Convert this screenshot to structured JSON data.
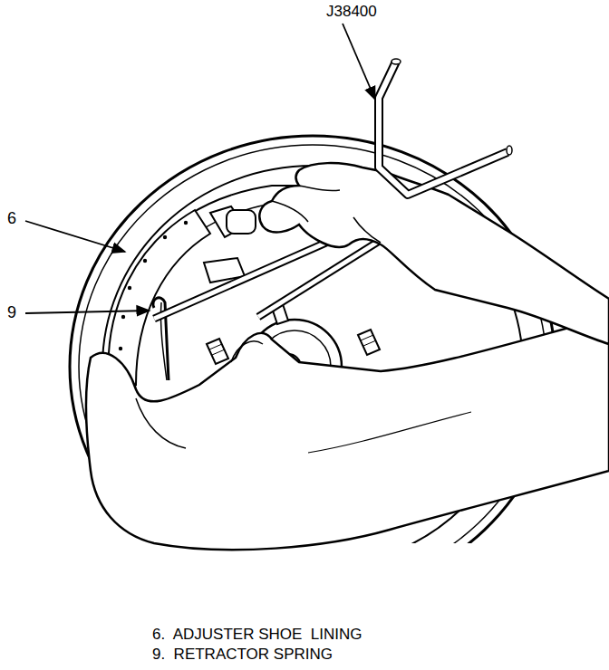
{
  "diagram": {
    "labels": [
      "J38400",
      "6",
      "9",
      "6.  ADJUSTER SHOE  LINING",
      "9.  RETRACTOR SPRING"
    ]
  }
}
